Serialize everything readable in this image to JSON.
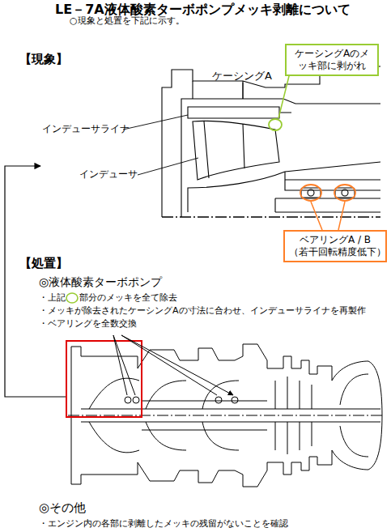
{
  "diagram": {
    "title": "LE－7A液体酸素ターボポンプメッキ剥離について",
    "nodes": [
      {
        "text": [
          "ケーシングAのメッキ部に剥がれ"
        ]
      },
      {
        "text": [
          "ベアリングA / B （若干回転精度低下）"
        ]
      }
    ],
    "labels": [
      "○現象と処置を下記に示す。",
      "【現象】",
      "ケーシングA",
      "インデューサライナ",
      "インデューサ",
      "【処置】",
      "◎液体酸素ターボポンプ",
      "・上記",
      "部分のメッキを全て除去",
      "・メッキが除去されたケーシングAの寸法に合わせ、インデューサライナを再製作",
      "・ベアリングを全数交換",
      "◎その他",
      "・エンジン内の各部に剥離したメッキの残留がないことを確認"
    ]
  }
}
